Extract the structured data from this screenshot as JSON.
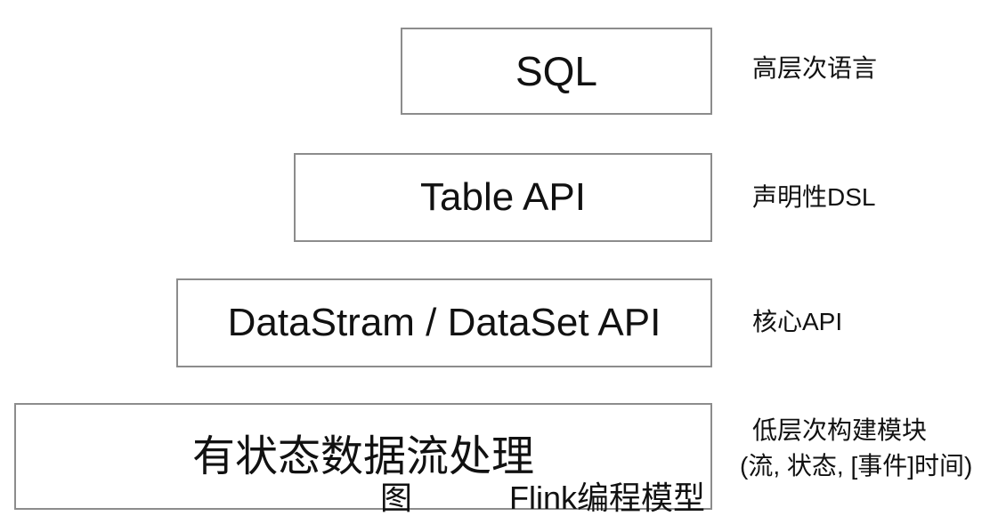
{
  "layers": [
    {
      "box": "SQL",
      "label": "高层次语言"
    },
    {
      "box": "Table API",
      "label": "声明性DSL"
    },
    {
      "box": "DataStram / DataSet API",
      "label": "核心API"
    },
    {
      "box": "有状态数据流处理",
      "label_line1": "低层次构建模块",
      "label_line2": "(流, 状态, [事件]时间)"
    }
  ],
  "caption": {
    "prefix": "图",
    "suffix": "Flink编程模型"
  },
  "colors": {
    "background": "#ffffff",
    "box_border": "#8c8c8c",
    "text": "#111111"
  }
}
